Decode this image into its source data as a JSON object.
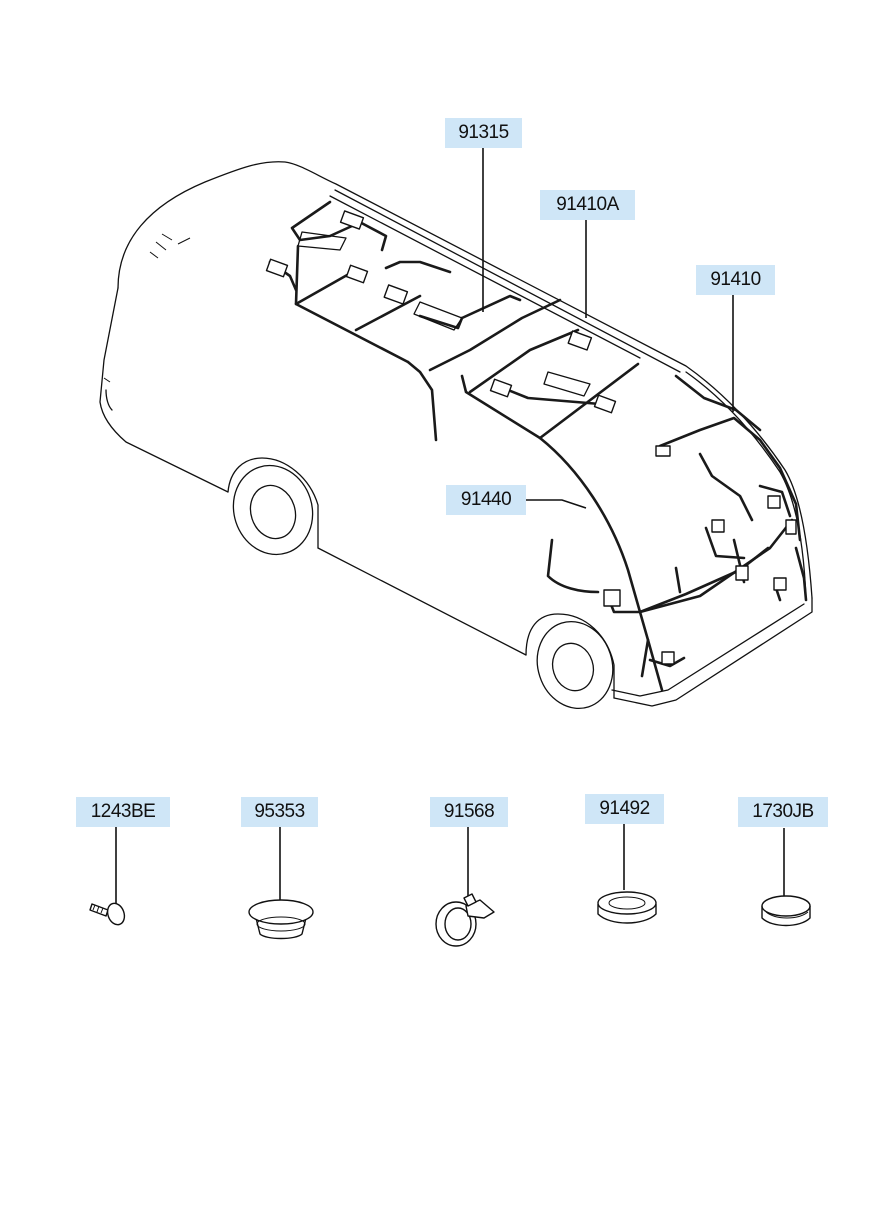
{
  "diagram": {
    "upper_callouts": [
      {
        "id": "c-91315",
        "label": "91315"
      },
      {
        "id": "c-91410a",
        "label": "91410A"
      },
      {
        "id": "c-91410",
        "label": "91410"
      },
      {
        "id": "c-91440",
        "label": "91440"
      }
    ],
    "lower_callouts": [
      {
        "id": "c-1243be",
        "label": "1243BE",
        "icon": "screw-icon"
      },
      {
        "id": "c-95353",
        "label": "95353",
        "icon": "plug-icon"
      },
      {
        "id": "c-91568",
        "label": "91568",
        "icon": "clamp-icon"
      },
      {
        "id": "c-91492",
        "label": "91492",
        "icon": "grommet-icon"
      },
      {
        "id": "c-1730jb",
        "label": "1730JB",
        "icon": "cap-icon"
      }
    ],
    "colors": {
      "callout_bg": "#cfe6f7",
      "line": "#111111"
    }
  }
}
